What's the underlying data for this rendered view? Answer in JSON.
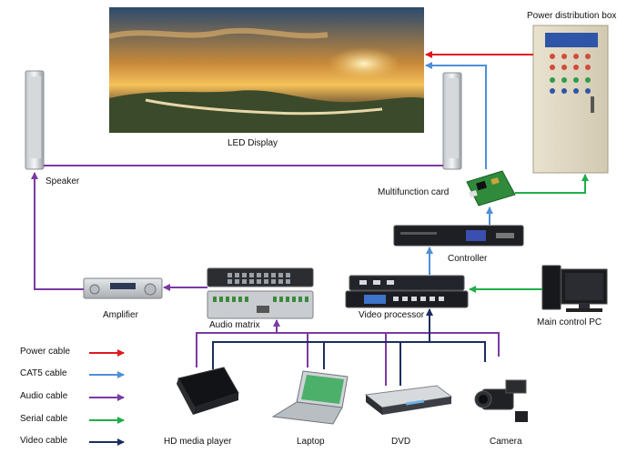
{
  "labels": {
    "power_box": "Power distribution box",
    "led_display": "LED Display",
    "speaker": "Speaker",
    "multifunction_card": "Multifunction card",
    "controller": "Controller",
    "amplifier": "Amplifier",
    "audio_matrix": "Audio  matrix",
    "video_processor": "Video processor",
    "main_pc": "Main control PC",
    "hd_player": "HD media player",
    "laptop": "Laptop",
    "dvd": "DVD",
    "camera": "Camera"
  },
  "legend": [
    {
      "label": "Power cable",
      "color": "#e0191d"
    },
    {
      "label": "CAT5 cable",
      "color": "#4f8fd8"
    },
    {
      "label": "Audio cable",
      "color": "#7a3aa4"
    },
    {
      "label": "Serial cable",
      "color": "#1fae49"
    },
    {
      "label": "Video cable",
      "color": "#1c2d5e"
    }
  ],
  "colors": {
    "power": "#e0191d",
    "cat5": "#4f8fd8",
    "audio": "#7a3aa4",
    "serial": "#1fae49",
    "video": "#1c2d5e"
  }
}
